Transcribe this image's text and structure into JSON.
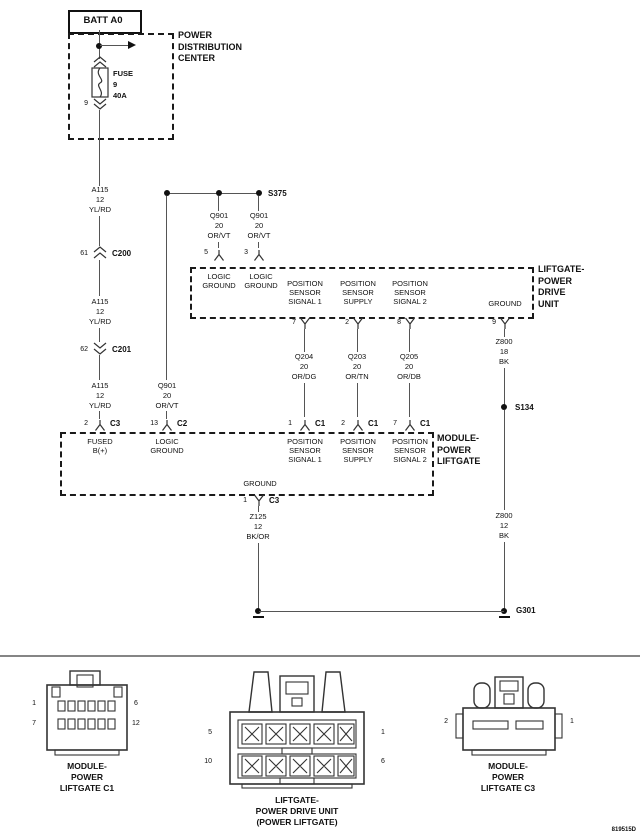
{
  "page": {
    "code": "819515D"
  },
  "battery": {
    "label": "BATT A0"
  },
  "pdc": {
    "label_lines": [
      "POWER",
      "DISTRIBUTION",
      "CENTER"
    ],
    "fuse": {
      "name": "FUSE",
      "number": "9",
      "rating": "40A"
    },
    "exit_pin": "9"
  },
  "splices": {
    "s375": "S375",
    "s134": "S134",
    "g301": "G301"
  },
  "inline_connectors": {
    "c200": {
      "pin": "61",
      "name": "C200"
    },
    "c201": {
      "pin": "62",
      "name": "C201"
    }
  },
  "wires": {
    "a115": {
      "code": "A115",
      "gauge": "12",
      "color": "YL/RD"
    },
    "q901": {
      "code": "Q901",
      "gauge": "20",
      "color": "OR/VT"
    },
    "q204": {
      "code": "Q204",
      "gauge": "20",
      "color": "OR/DG"
    },
    "q203": {
      "code": "Q203",
      "gauge": "20",
      "color": "OR/TN"
    },
    "q205": {
      "code": "Q205",
      "gauge": "20",
      "color": "OR/DB"
    },
    "z800_18": {
      "code": "Z800",
      "gauge": "18",
      "color": "BK"
    },
    "z800_12": {
      "code": "Z800",
      "gauge": "12",
      "color": "BK"
    },
    "z125": {
      "code": "Z125",
      "gauge": "12",
      "color": "BK/OR"
    }
  },
  "pdu": {
    "label_lines": [
      "LIFTGATE-",
      "POWER",
      "DRIVE",
      "UNIT"
    ],
    "pin5": {
      "pin": "5",
      "l1": "LOGIC",
      "l2": "GROUND"
    },
    "pin3": {
      "pin": "3",
      "l1": "LOGIC",
      "l2": "GROUND"
    },
    "pin7": {
      "pin": "7",
      "l1": "POSITION",
      "l2": "SENSOR",
      "l3": "SIGNAL 1"
    },
    "pin2": {
      "pin": "2",
      "l1": "POSITION",
      "l2": "SENSOR",
      "l3": "SUPPLY"
    },
    "pin8": {
      "pin": "8",
      "l1": "POSITION",
      "l2": "SENSOR",
      "l3": "SIGNAL 2"
    },
    "pin9": {
      "pin": "9",
      "l1": "GROUND"
    }
  },
  "module": {
    "label_lines": [
      "MODULE-",
      "POWER",
      "LIFTGATE"
    ],
    "fused": {
      "pin": "2",
      "conn": "C3",
      "l1": "FUSED",
      "l2": "B(+)"
    },
    "logic": {
      "pin": "13",
      "conn": "C2",
      "l1": "LOGIC",
      "l2": "GROUND"
    },
    "sig1": {
      "pin": "1",
      "conn": "C1",
      "l1": "POSITION",
      "l2": "SENSOR",
      "l3": "SIGNAL 1"
    },
    "supply": {
      "pin": "2",
      "conn": "C1",
      "l1": "POSITION",
      "l2": "SENSOR",
      "l3": "SUPPLY"
    },
    "sig2": {
      "pin": "7",
      "conn": "C1",
      "l1": "POSITION",
      "l2": "SENSOR",
      "l3": "SIGNAL 2"
    },
    "ground": {
      "pin": "1",
      "conn": "C3",
      "label": "GROUND"
    }
  },
  "connector_views": {
    "c1": {
      "caption_lines": [
        "MODULE-",
        "POWER",
        "LIFTGATE C1"
      ],
      "pin_tl": "1",
      "pin_tr": "6",
      "pin_bl": "7",
      "pin_br": "12"
    },
    "pdu": {
      "caption_lines": [
        "LIFTGATE-",
        "POWER DRIVE UNIT",
        "(POWER LIFTGATE)"
      ],
      "pin_tl": "5",
      "pin_tr": "1",
      "pin_bl": "10",
      "pin_br": "6"
    },
    "c3": {
      "caption_lines": [
        "MODULE-",
        "POWER",
        "LIFTGATE C3"
      ],
      "pin_l": "2",
      "pin_r": "1"
    }
  }
}
